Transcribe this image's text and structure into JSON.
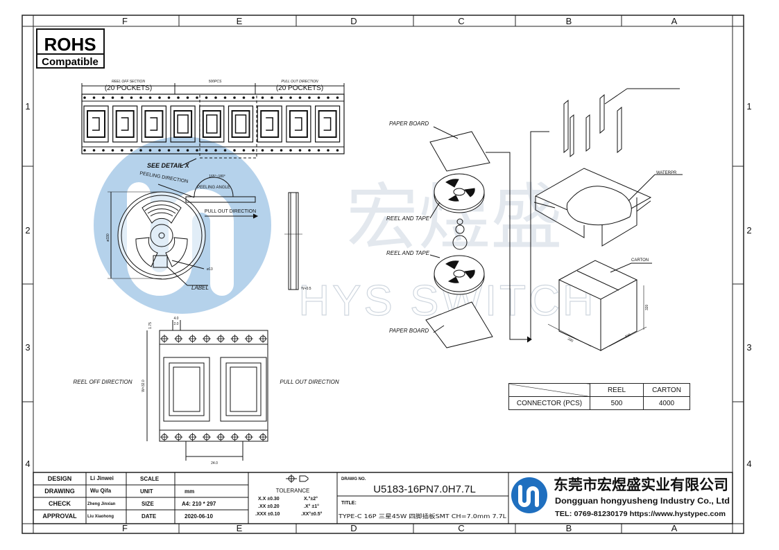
{
  "sheet": {
    "col_labels_top": [
      "F",
      "E",
      "D",
      "C",
      "B",
      "A"
    ],
    "col_labels_bottom": [
      "F",
      "E",
      "D",
      "C",
      "B",
      "A"
    ],
    "row_labels_left": [
      "1",
      "2",
      "3",
      "4"
    ],
    "row_labels_right": [
      "1",
      "2",
      "3",
      "4"
    ]
  },
  "rohs": {
    "line1": "ROHS",
    "line2": "Compatible"
  },
  "watermark": {
    "cn": "宏煜盛",
    "en": "HYS SWITCH"
  },
  "tape": {
    "reel_off_section": "REEL OFF SECTION",
    "pockets_left": "(20 POCKETS)",
    "pcs_label": "500PCS",
    "pull_out_direction_top": "PULL OUT DIRECTION",
    "pockets_right": "(20 POCKETS)",
    "see_detail": "SEE DETAIL X"
  },
  "reel": {
    "peeling_direction": "PEELING DIRECTION",
    "peeling_angle": "PEELING ANGLE",
    "angle_range": "165°~180°",
    "pull_out_direction": "PULL OUT DIRECTION",
    "diameter": "ø330",
    "hub_diameter": "ø13",
    "label": "LABEL",
    "width": "W+0.5"
  },
  "detail": {
    "dim_40": "4.0",
    "dim_20": "2.0",
    "dim_175": "1.75",
    "dim_width": "W=32.0",
    "dim_pitch": "24.0",
    "reel_off_direction": "REEL OFF DIRECTION",
    "pull_out_direction": "PULL OUT DIRECTION"
  },
  "packaging": {
    "paper_board_top": "PAPER BOARD",
    "reel_and_tape_1": "REEL AND TAPE",
    "reel_and_tape_2": "REEL AND TAPE",
    "paper_board_bottom": "PAPER BOARD",
    "waterproof": "WATERPR",
    "carton": "CARTON",
    "dim_a": "330",
    "dim_b": "330",
    "dim_h": "320"
  },
  "qty_table": {
    "headers": [
      "",
      "REEL",
      "CARTON"
    ],
    "rows": [
      [
        "CONNECTOR (PCS)",
        "500",
        "4000"
      ]
    ]
  },
  "title_block": {
    "design_label": "DESIGN",
    "design_value": "Li Jinwei",
    "drawing_label": "DRAWING",
    "drawing_value": "Wu Qifa",
    "check_label": "CHECK",
    "check_value": "Zheng Jinxian",
    "approval_label": "APPROVAL",
    "approval_value": "Liu Xiaohong",
    "scale_label": "SCALE",
    "scale_value": "",
    "unit_label": "UNIT",
    "unit_value": "mm",
    "size_label": "SIZE",
    "size_value": "A4: 210 * 297",
    "date_label": "DATE",
    "date_value": "2020-06-10",
    "tolerance_title": "TOLERANCE",
    "tol_1": "X.X  ±0.30",
    "tol_2": ".XX  ±0.20",
    "tol_3": ".XXX  ±0.10",
    "tol_4": "X.°±2°",
    "tol_5": ".X° ±1°",
    "tol_6": ".XX°±0.5°",
    "drawg_no_label": "DRAWG NO.",
    "drawg_no_value": "U5183-16PN7.0H7.7L",
    "title_label": "TITLE:",
    "title_value": "TYPE-C 16P 三星45W 四脚插板SMT CH=7.0mm 7.7L",
    "company_cn": "东莞市宏煜盛实业有限公司",
    "company_en": "Dongguan hongyusheng Industry Co., Ltd",
    "contact": "TEL: 0769-81230179   https://www.hystypec.com"
  },
  "colors": {
    "line": "#222222",
    "watermark_logo": "#2f7fc7",
    "logo_ring": "#1f6fbf"
  }
}
